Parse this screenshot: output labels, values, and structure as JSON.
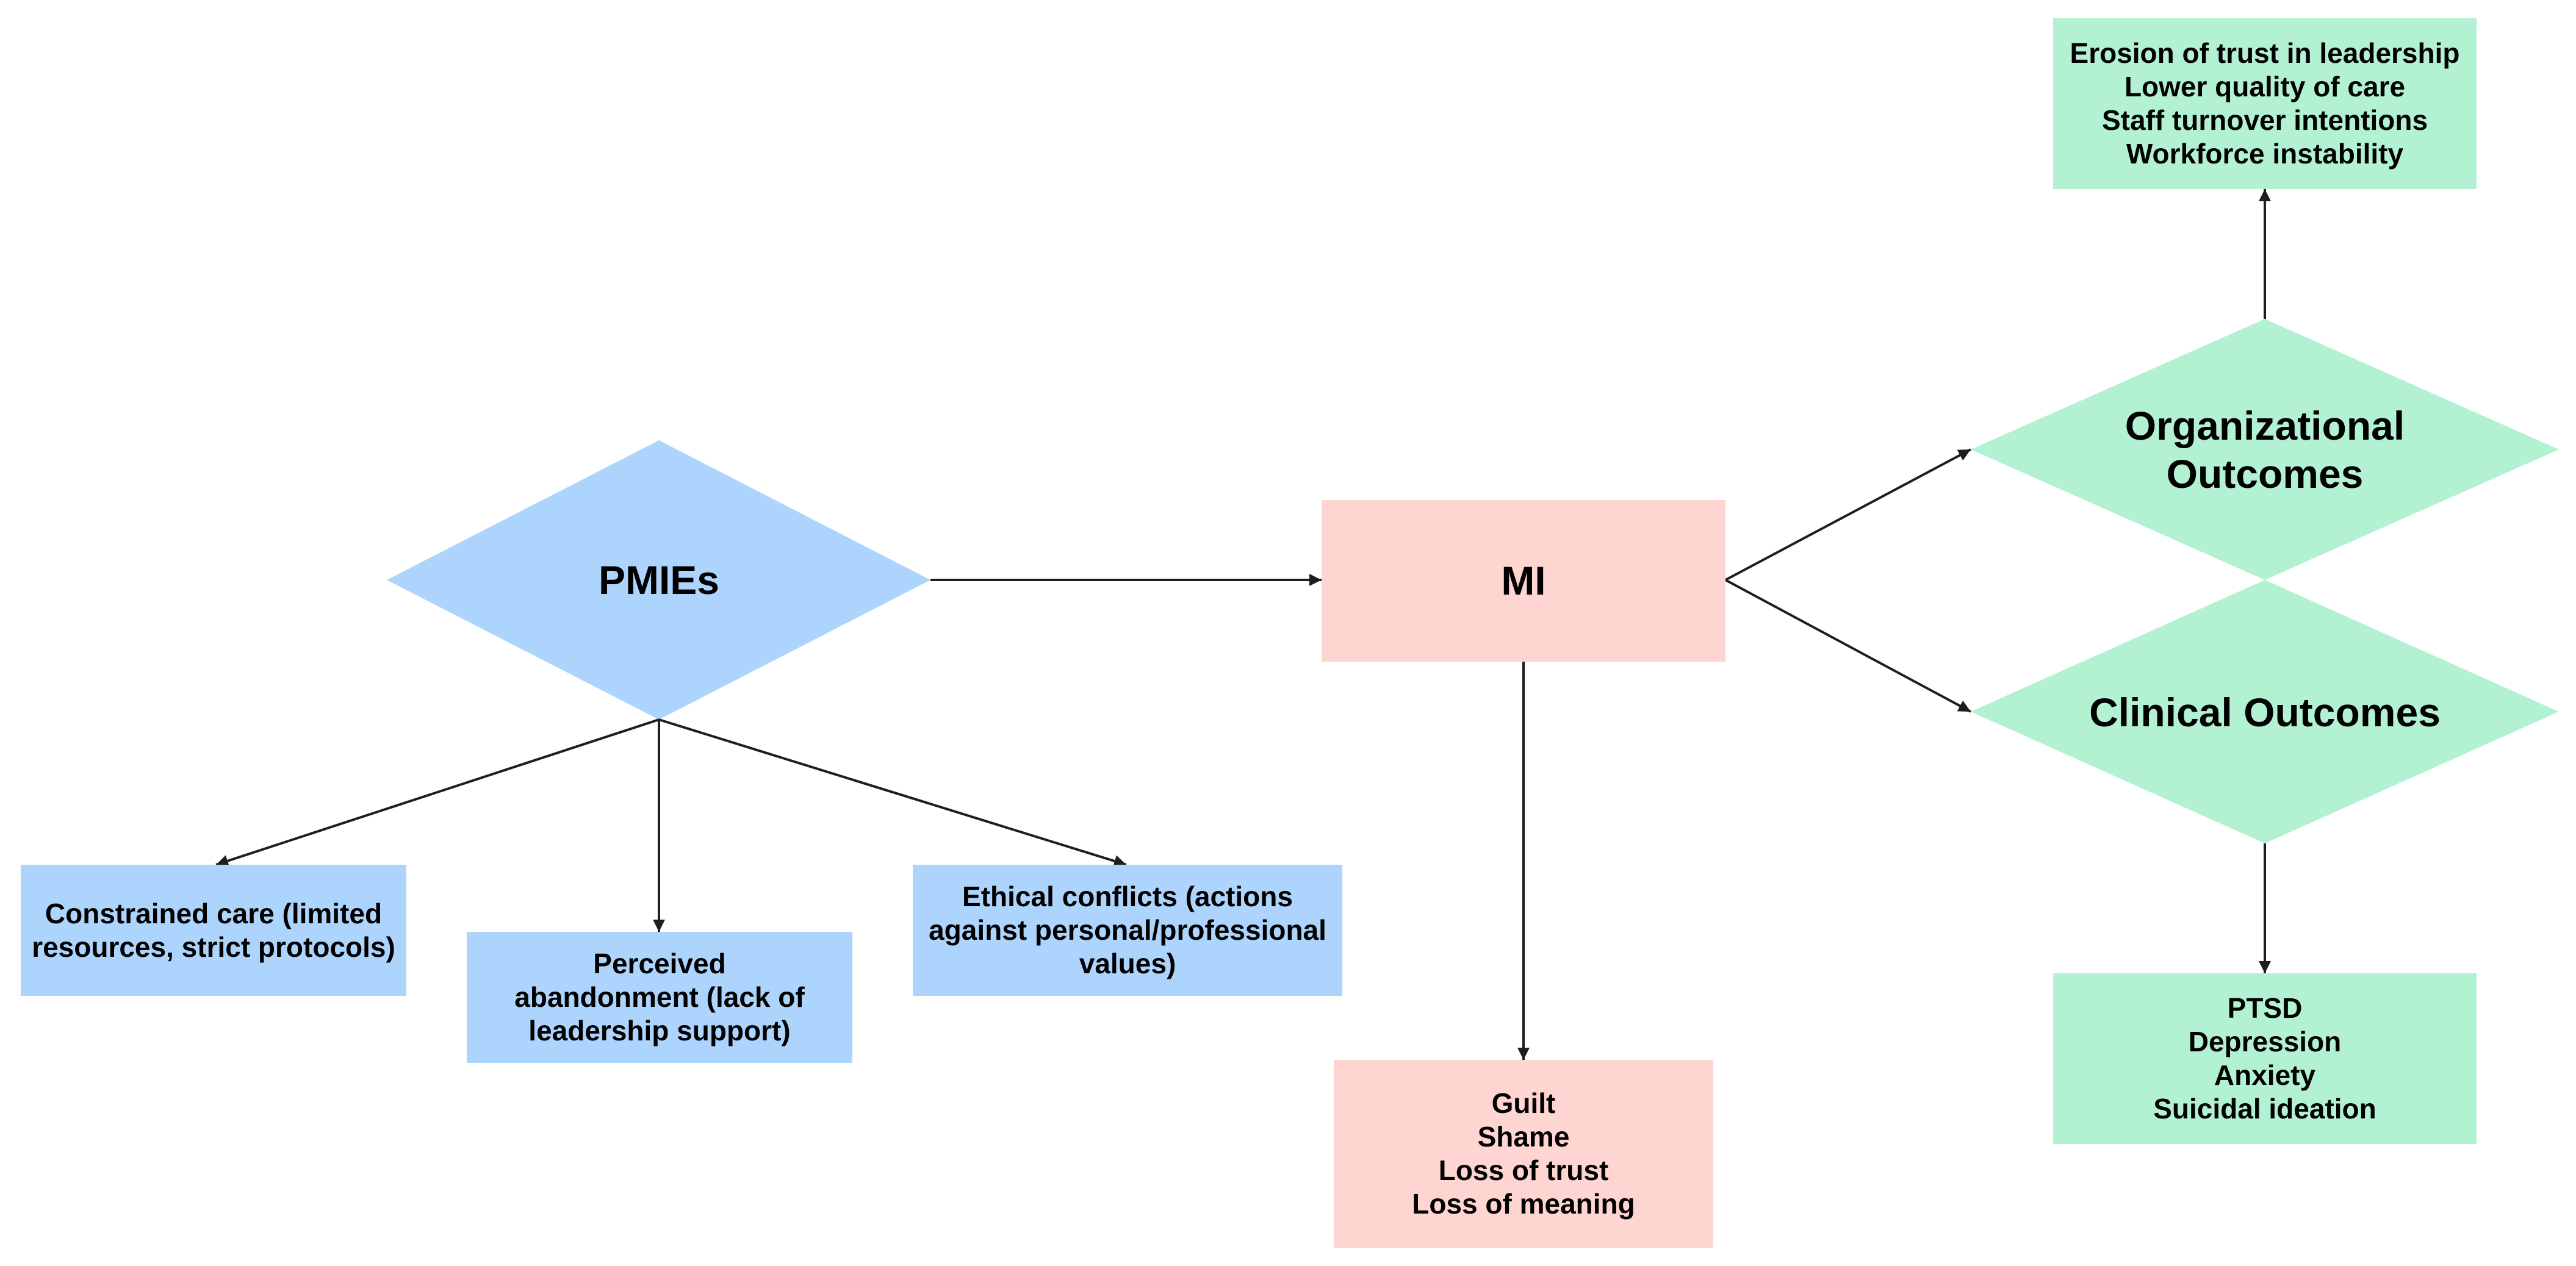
{
  "colors": {
    "pmie_blue": "#add4fc",
    "mi_pink": "#ffd5d1",
    "outcome_green": "#b2f2d3",
    "connector": "#1e1e1e"
  },
  "nodes": {
    "pmies": {
      "label": "PMIEs"
    },
    "mi": {
      "label": "MI"
    },
    "organizational_outcomes": {
      "lines": [
        "Organizational",
        "Outcomes"
      ]
    },
    "clinical_outcomes": {
      "label": "Clinical Outcomes"
    },
    "constrained_care": {
      "lines": [
        "Constrained care (limited",
        "resources, strict protocols)"
      ]
    },
    "perceived_abandonment": {
      "lines": [
        "Perceived",
        "abandonment (lack of",
        "leadership support)"
      ]
    },
    "ethical_conflicts": {
      "lines": [
        "Ethical conflicts (actions",
        "against personal/professional",
        "values)"
      ]
    },
    "mi_effects": {
      "lines": [
        "Guilt",
        "Shame",
        "Loss of trust",
        "Loss of meaning"
      ]
    },
    "organizational_effects": {
      "lines": [
        "Erosion of trust in leadership",
        "Lower quality of care",
        "Staff turnover intentions",
        "Workforce instability"
      ]
    },
    "clinical_effects": {
      "lines": [
        "PTSD",
        "Depression",
        "Anxiety",
        "Suicidal ideation"
      ]
    }
  }
}
